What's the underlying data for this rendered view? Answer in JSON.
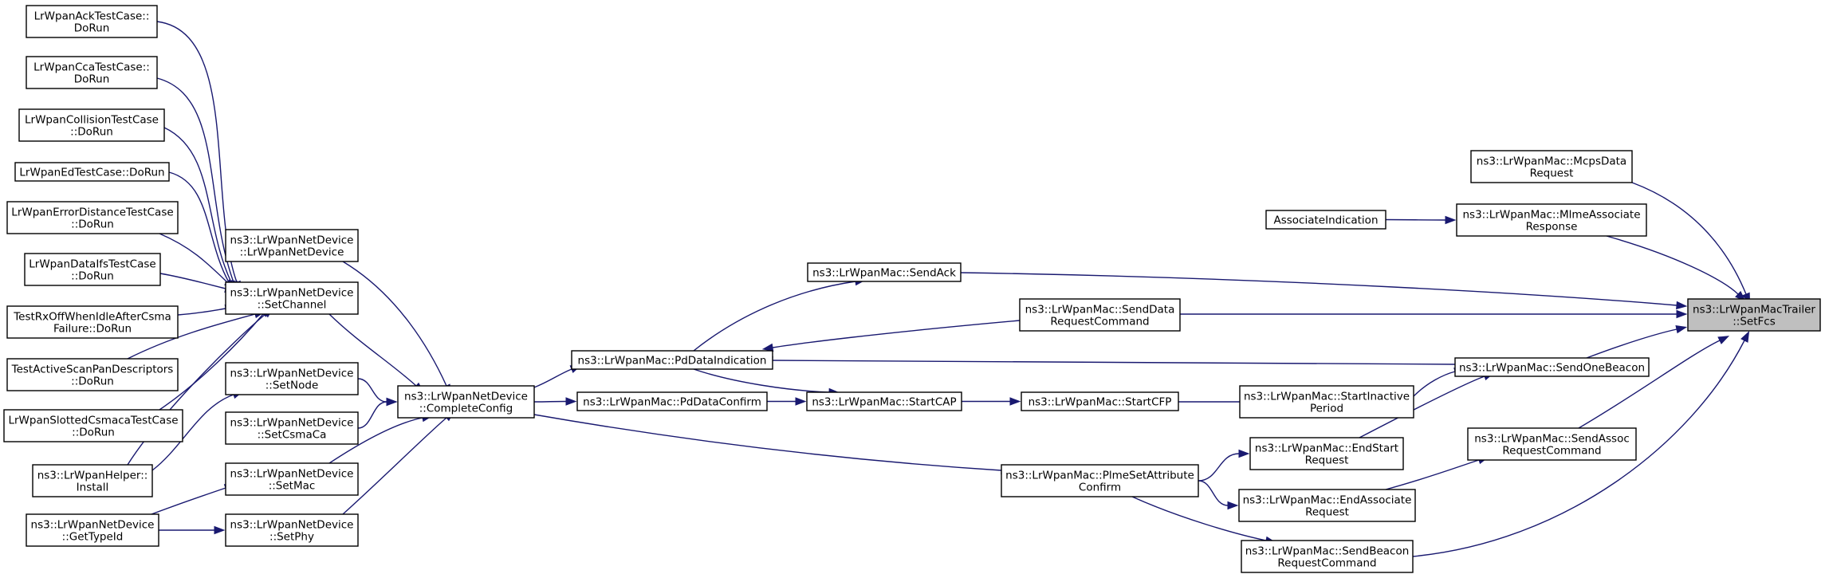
{
  "graph": {
    "root": "ns3::LrWpanMacTrailer::SetFcs",
    "nodes": {
      "ack": [
        "LrWpanAckTestCase::",
        "DoRun"
      ],
      "cca": [
        "LrWpanCcaTestCase::",
        "DoRun"
      ],
      "col": [
        "LrWpanCollisionTestCase",
        "::DoRun"
      ],
      "ed": [
        "LrWpanEdTestCase::DoRun"
      ],
      "errd": [
        "LrWpanErrorDistanceTestCase",
        "::DoRun"
      ],
      "ifs": [
        "LrWpanDataIfsTestCase",
        "::DoRun"
      ],
      "rxoff": [
        "TestRxOffWhenIdleAfterCsma",
        "Failure::DoRun"
      ],
      "scan": [
        "TestActiveScanPanDescriptors",
        "::DoRun"
      ],
      "slot": [
        "LrWpanSlottedCsmacaTestCase",
        "::DoRun"
      ],
      "helper": [
        "ns3::LrWpanHelper::",
        "Install"
      ],
      "typeid": [
        "ns3::LrWpanNetDevice",
        "::GetTypeId"
      ],
      "ctor": [
        "ns3::LrWpanNetDevice",
        "::LrWpanNetDevice"
      ],
      "setchan": [
        "ns3::LrWpanNetDevice",
        "::SetChannel"
      ],
      "setnode": [
        "ns3::LrWpanNetDevice",
        "::SetNode"
      ],
      "setcsma": [
        "ns3::LrWpanNetDevice",
        "::SetCsmaCa"
      ],
      "setmac": [
        "ns3::LrWpanNetDevice",
        "::SetMac"
      ],
      "setphy": [
        "ns3::LrWpanNetDevice",
        "::SetPhy"
      ],
      "complete": [
        "ns3::LrWpanNetDevice",
        "::CompleteConfig"
      ],
      "pddi": [
        "ns3::LrWpanMac::PdDataIndication"
      ],
      "pddc": [
        "ns3::LrWpanMac::PdDataConfirm"
      ],
      "sendack": [
        "ns3::LrWpanMac::SendAck"
      ],
      "startcap": [
        "ns3::LrWpanMac::StartCAP"
      ],
      "sdrc": [
        "ns3::LrWpanMac::SendData",
        "RequestCommand"
      ],
      "startcfp": [
        "ns3::LrWpanMac::StartCFP"
      ],
      "plme": [
        "ns3::LrWpanMac::PlmeSetAttribute",
        "Confirm"
      ],
      "assocind": [
        "AssociateIndication"
      ],
      "inactive": [
        "ns3::LrWpanMac::StartInactive",
        "Period"
      ],
      "endstart": [
        "ns3::LrWpanMac::EndStart",
        "Request"
      ],
      "endassoc": [
        "ns3::LrWpanMac::EndAssociate",
        "Request"
      ],
      "sbrc": [
        "ns3::LrWpanMac::SendBeacon",
        "RequestCommand"
      ],
      "mcps": [
        "ns3::LrWpanMac::McpsData",
        "Request"
      ],
      "mlme": [
        "ns3::LrWpanMac::MlmeAssociate",
        "Response"
      ],
      "onebeacon": [
        "ns3::LrWpanMac::SendOneBeacon"
      ],
      "sarc": [
        "ns3::LrWpanMac::SendAssoc",
        "RequestCommand"
      ],
      "setfcs": [
        "ns3::LrWpanMacTrailer",
        "::SetFcs"
      ]
    },
    "edges": [
      [
        "ack",
        "setchan"
      ],
      [
        "cca",
        "setchan"
      ],
      [
        "col",
        "setchan"
      ],
      [
        "ed",
        "setchan"
      ],
      [
        "errd",
        "setchan"
      ],
      [
        "ifs",
        "setchan"
      ],
      [
        "rxoff",
        "setchan"
      ],
      [
        "scan",
        "setchan"
      ],
      [
        "slot",
        "setchan"
      ],
      [
        "helper",
        "setchan"
      ],
      [
        "helper",
        "setnode"
      ],
      [
        "typeid",
        "setmac"
      ],
      [
        "typeid",
        "setphy"
      ],
      [
        "ctor",
        "complete"
      ],
      [
        "setchan",
        "complete"
      ],
      [
        "setnode",
        "complete"
      ],
      [
        "setcsma",
        "complete"
      ],
      [
        "setmac",
        "complete"
      ],
      [
        "setphy",
        "complete"
      ],
      [
        "complete",
        "pddi"
      ],
      [
        "complete",
        "pddc"
      ],
      [
        "complete",
        "plme"
      ],
      [
        "pddi",
        "sendack"
      ],
      [
        "pddi",
        "startcap"
      ],
      [
        "pddc",
        "startcap"
      ],
      [
        "startcap",
        "startcfp"
      ],
      [
        "startcfp",
        "inactive"
      ],
      [
        "plme",
        "endstart"
      ],
      [
        "plme",
        "endassoc"
      ],
      [
        "plme",
        "sbrc"
      ],
      [
        "assocind",
        "mlme"
      ],
      [
        "inactive",
        "onebeacon"
      ],
      [
        "endstart",
        "onebeacon"
      ],
      [
        "endassoc",
        "sarc"
      ],
      [
        "sendack",
        "setfcs"
      ],
      [
        "sdrc",
        "pddi"
      ],
      [
        "sdrc",
        "setfcs"
      ],
      [
        "onebeacon",
        "pddi"
      ],
      [
        "onebeacon",
        "setfcs"
      ],
      [
        "mcps",
        "setfcs"
      ],
      [
        "mlme",
        "setfcs"
      ],
      [
        "sarc",
        "setfcs"
      ],
      [
        "sbrc",
        "setfcs"
      ]
    ]
  }
}
